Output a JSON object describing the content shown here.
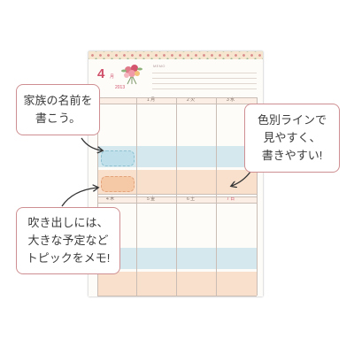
{
  "planner": {
    "month": "4",
    "month_unit": "月",
    "year": "2013",
    "memo_label": "MEMO",
    "days": [
      {
        "label": "",
        "red": true
      },
      {
        "label": "1 月",
        "red": false
      },
      {
        "label": "2 火",
        "red": false
      },
      {
        "label": "3 水",
        "red": false
      },
      {
        "label": "4 木",
        "red": false
      },
      {
        "label": "5 金",
        "red": false
      },
      {
        "label": "6 土",
        "red": false
      },
      {
        "label": "7 日",
        "red": true
      }
    ]
  },
  "callouts": {
    "left": [
      "家族の名前を",
      "書こう。"
    ],
    "right": [
      "色別ラインで",
      "見やすく、",
      "書きやすい!"
    ],
    "bottom": [
      "吹き出しには、",
      "大きな予定など",
      "トピックをメモ!"
    ]
  },
  "colors": {
    "accent": "#d0506a",
    "callout_border": "#cf8f92",
    "band_blue": "#d4e8ee",
    "band_peach": "#f8e0cd"
  }
}
